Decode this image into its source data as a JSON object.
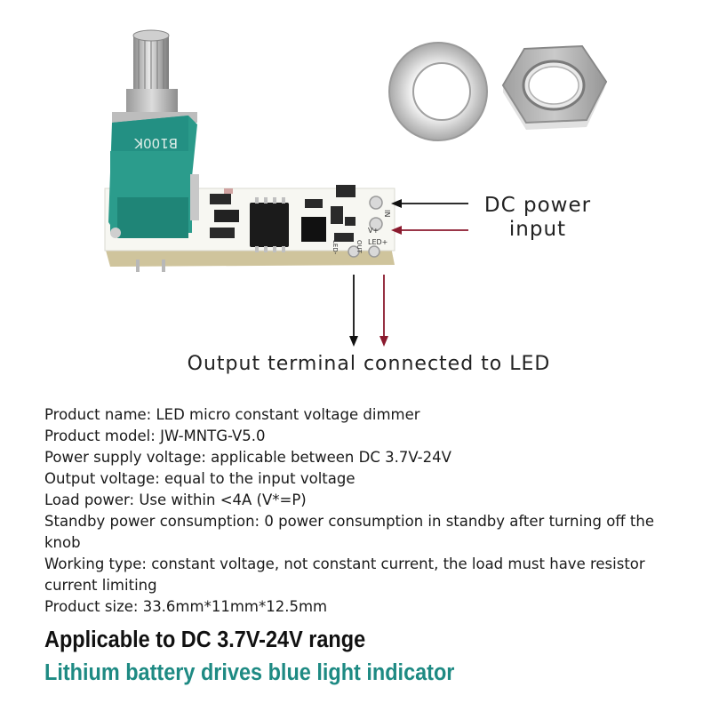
{
  "colors": {
    "text": "#1a1a1a",
    "accent_teal": "#1e8a83",
    "arrow_black": "#111111",
    "arrow_red": "#8b1a2e",
    "potentiometer_green": "#2a9a8a"
  },
  "labels": {
    "dc_power_input": "DC power\ninput",
    "output_terminal": "Output terminal connected to LED",
    "potentiometer_marking": "B100K",
    "pad_in": "IN",
    "pad_v": "V+",
    "pad_led": "LED+",
    "pad_led_minus": "LED-",
    "pad_out": "OUT"
  },
  "specs": [
    "Product name: LED micro constant voltage dimmer",
    "Product model: JW-MNTG-V5.0",
    "Power supply voltage: applicable between DC 3.7V-24V",
    "Output voltage: equal to the input voltage",
    "Load power: Use within <4A (V*=P)",
    "Standby power consumption: 0 power consumption in standby after turning off the knob",
    "Working type: constant voltage, not constant current, the load must have resistor current limiting",
    "Product size: 33.6mm*11mm*12.5mm"
  ],
  "headlines": {
    "line1": "Applicable to DC 3.7V-24V range",
    "line2": "Lithium battery drives blue light indicator"
  }
}
